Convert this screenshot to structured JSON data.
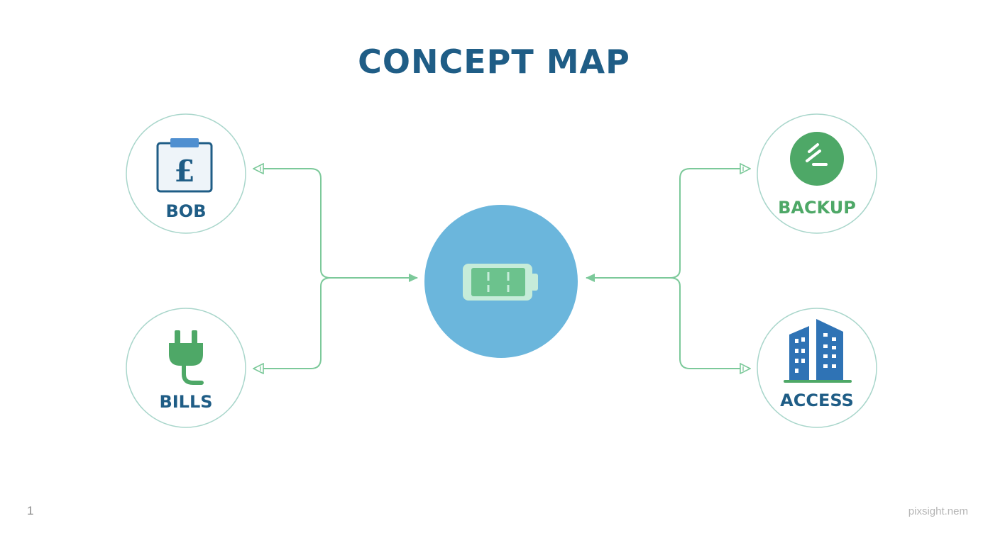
{
  "title": "CONCEPT MAP",
  "nodes": {
    "top_left": {
      "label": "BOB",
      "icon": "pound-sign-icon"
    },
    "bottom_left": {
      "label": "BILLS",
      "icon": "power-plug-icon"
    },
    "center": {
      "label": "",
      "icon": "battery-icon"
    },
    "top_right": {
      "label": "BACKUP",
      "icon": "backup-badge-icon"
    },
    "bottom_right": {
      "label": "ACCESS",
      "icon": "buildings-icon"
    }
  },
  "colors": {
    "title": "#1f5d86",
    "node_label_blue": "#1f5d86",
    "node_label_green": "#4ea867",
    "center_fill": "#6bb6dc",
    "connector": "#7cc99a",
    "node_border": "#a9d6cb"
  },
  "footer": {
    "page_number": "1",
    "watermark": "pixsight.nem"
  }
}
